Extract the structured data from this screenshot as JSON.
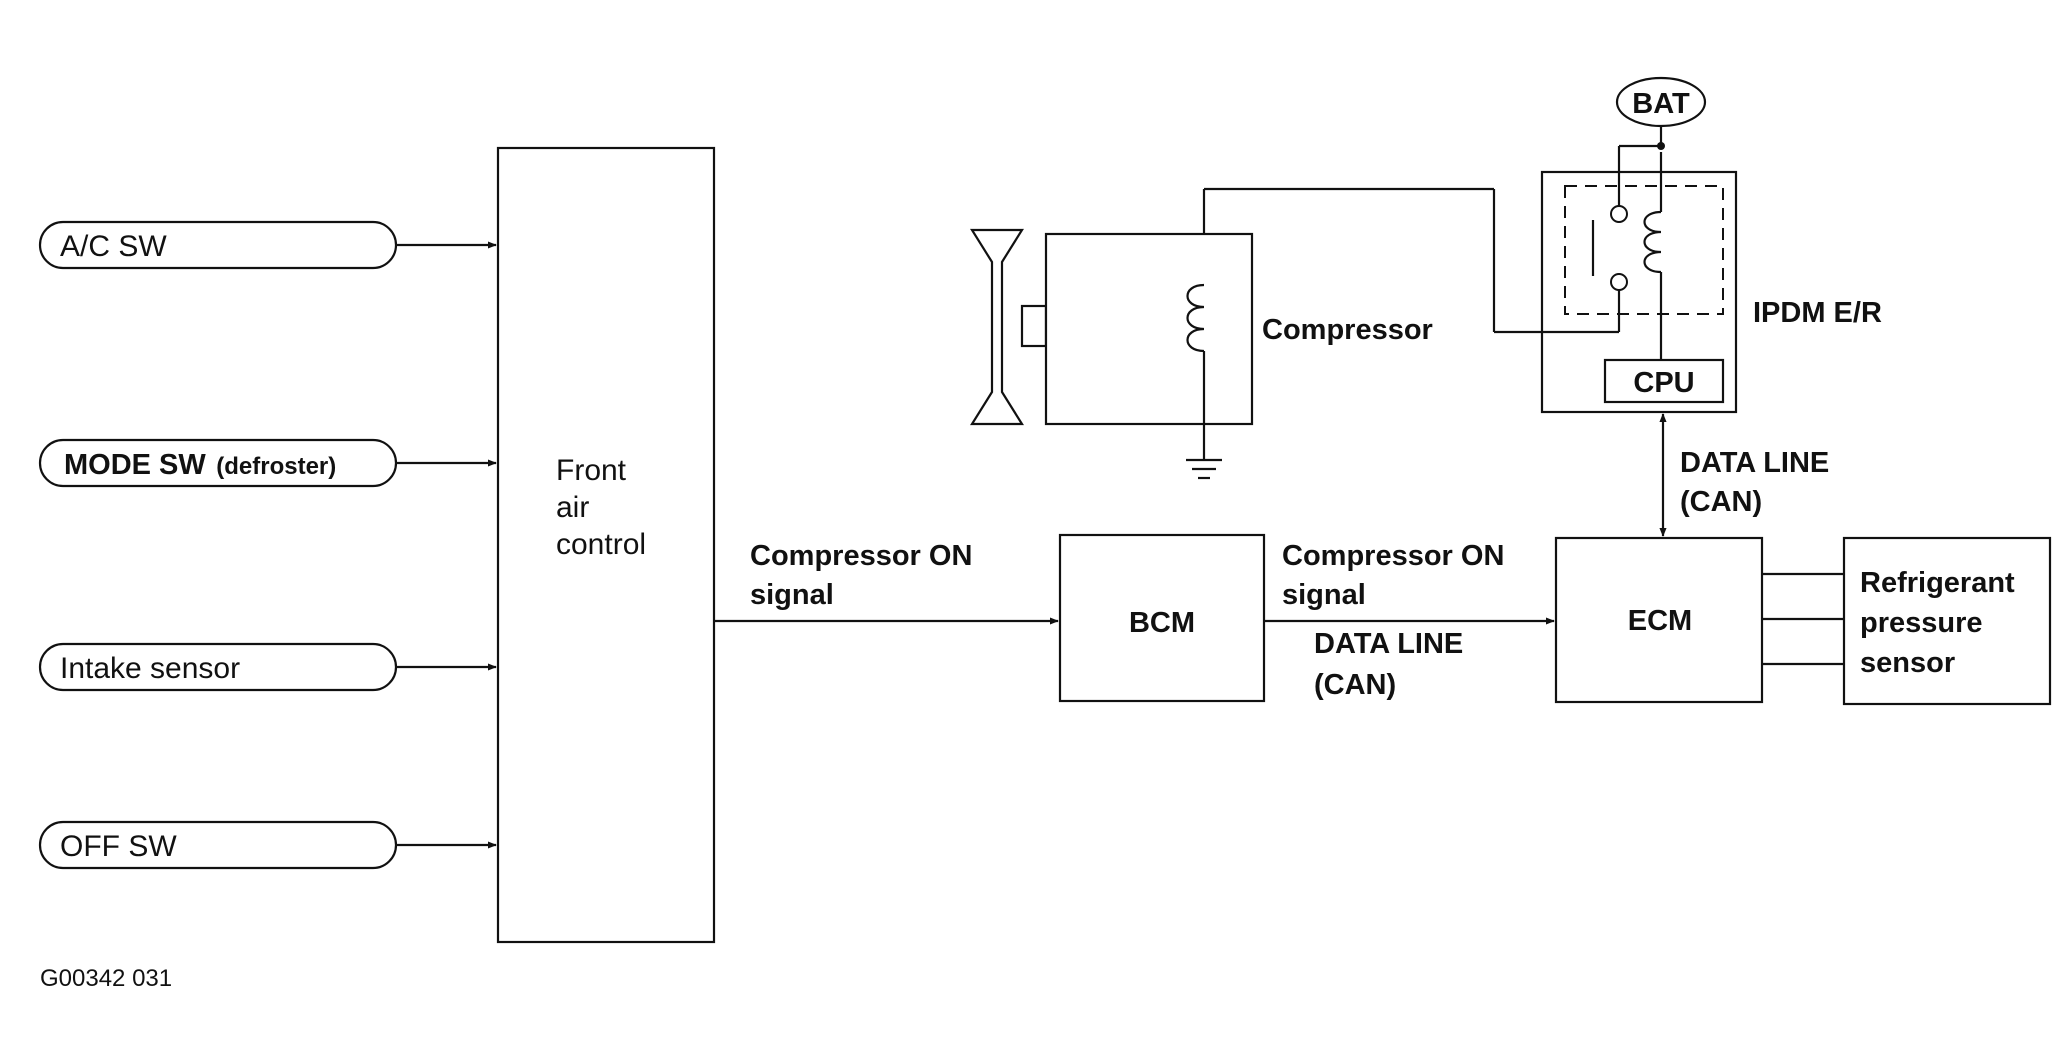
{
  "inputs": {
    "ac_sw": "A/C SW",
    "mode_sw": "MODE SW",
    "mode_sw_suffix": "(defroster)",
    "intake_sensor": "Intake sensor",
    "off_sw": "OFF SW"
  },
  "front_air_control": {
    "line1": "Front",
    "line2": "air",
    "line3": "control"
  },
  "signal_fac_bcm": {
    "line1": "Compressor ON",
    "line2": "signal"
  },
  "bcm": "BCM",
  "signal_bcm_ecm": {
    "line1": "Compressor ON",
    "line2": "signal",
    "line3": "DATA LINE",
    "line4": "(CAN)"
  },
  "ecm": "ECM",
  "refrigerant_sensor": {
    "line1": "Refrigerant",
    "line2": "pressure",
    "line3": "sensor"
  },
  "data_line_vertical": {
    "line1": "DATA LINE",
    "line2": "(CAN)"
  },
  "ipdm": {
    "label": "IPDM E/R",
    "cpu": "CPU"
  },
  "bat": "BAT",
  "compressor": "Compressor",
  "figure_id": "G00342 031"
}
